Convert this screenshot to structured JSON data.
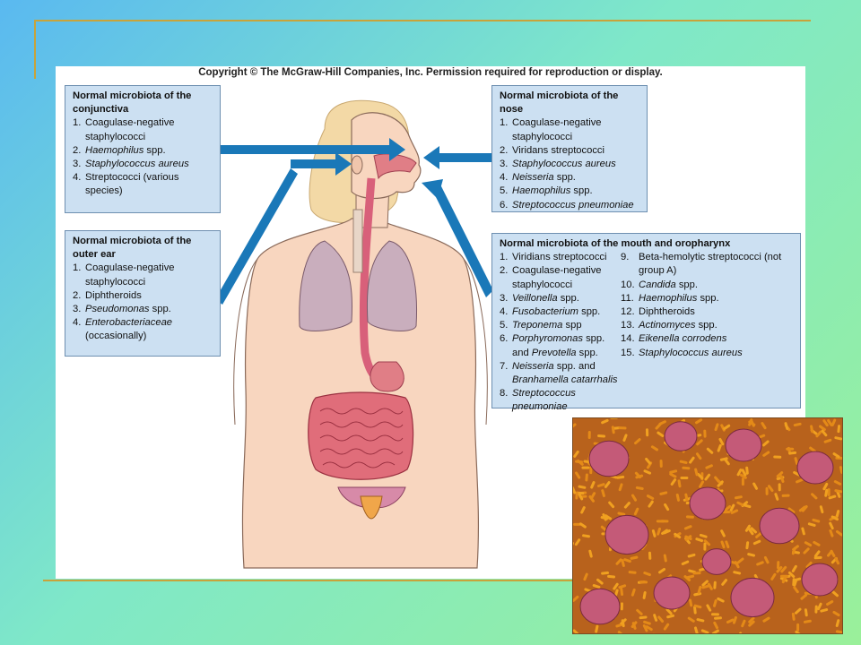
{
  "copyright": "Copyright © The McGraw-Hill Companies, Inc. Permission required for reproduction or display.",
  "conjunctiva": {
    "title": "Normal microbiota of the conjunctiva",
    "items": [
      {
        "n": "1.",
        "text": "Coagulase-negative staphylococci",
        "italic": false
      },
      {
        "n": "2.",
        "text": "Haemophilus",
        "suffix": " spp.",
        "italic": true
      },
      {
        "n": "3.",
        "text": "Staphylococcus aureus",
        "suffix": "",
        "italic": true
      },
      {
        "n": "4.",
        "text": "Streptococci (various species)",
        "italic": false
      }
    ]
  },
  "outer_ear": {
    "title": "Normal microbiota of the outer ear",
    "items": [
      {
        "n": "1.",
        "text": "Coagulase-negative staphylococci",
        "italic": false
      },
      {
        "n": "2.",
        "text": "Diphtheroids",
        "italic": false
      },
      {
        "n": "3.",
        "text": "Pseudomonas",
        "suffix": " spp.",
        "italic": true
      },
      {
        "n": "4.",
        "text": "Enterobacteriaceae",
        "suffix": "",
        "italic": true,
        "extra": "(occasionally)"
      }
    ]
  },
  "nose": {
    "title": "Normal microbiota of the nose",
    "items": [
      {
        "n": "1.",
        "text": "Coagulase-negative staphylococci",
        "italic": false
      },
      {
        "n": "2.",
        "text": "Viridans streptococci",
        "italic": false
      },
      {
        "n": "3.",
        "text": "Staphylococcus aureus",
        "suffix": "",
        "italic": true
      },
      {
        "n": "4.",
        "text": "Neisseria",
        "suffix": " spp.",
        "italic": true
      },
      {
        "n": "5.",
        "text": "Haemophilus",
        "suffix": " spp.",
        "italic": true
      },
      {
        "n": "6.",
        "text": "Streptococcus pneumoniae",
        "suffix": "",
        "italic": true
      }
    ]
  },
  "mouth": {
    "title": "Normal microbiota of the mouth and oropharynx",
    "col1": [
      {
        "n": "1.",
        "text": "Viridians streptococci",
        "italic": false
      },
      {
        "n": "2.",
        "text": "Coagulase-negative staphylococci",
        "italic": false
      },
      {
        "n": "3.",
        "text": "Veillonella",
        "suffix": " spp.",
        "italic": true
      },
      {
        "n": "4.",
        "text": "Fusobacterium",
        "suffix": " spp.",
        "italic": true
      },
      {
        "n": "5.",
        "text": "Treponema",
        "suffix": " spp",
        "italic": true
      },
      {
        "n": "6.",
        "text": "Porphyromonas",
        "suffix": " spp.",
        "italic": true,
        "extra_pre": "and ",
        "extra": "Prevotella",
        "extra_suf": " spp."
      },
      {
        "n": "7.",
        "text": "Neisseria",
        "suffix": " spp. and",
        "italic": true,
        "extra": "Branhamella catarrhalis",
        "extra_italic": true
      },
      {
        "n": "8.",
        "text": "Streptococcus pneumoniae",
        "suffix": "",
        "italic": true
      }
    ],
    "col2": [
      {
        "n": "9.",
        "text": "Beta-hemolytic streptococci (not group A)",
        "italic": false
      },
      {
        "n": "10.",
        "text": "Candida",
        "suffix": " spp.",
        "italic": true
      },
      {
        "n": "11.",
        "text": "Haemophilus",
        "suffix": " spp.",
        "italic": true
      },
      {
        "n": "12.",
        "text": "Diphtheroids",
        "italic": false
      },
      {
        "n": "13.",
        "text": "Actinomyces",
        "suffix": " spp.",
        "italic": true
      },
      {
        "n": "14.",
        "text": "Eikenella corrodens",
        "suffix": "",
        "italic": true
      },
      {
        "n": "15.",
        "text": "Staphylococcus aureus",
        "suffix": "",
        "italic": true
      }
    ]
  },
  "colors": {
    "callout_bg": "#cce0f2",
    "arrow": "#1a78b8",
    "skin": "#f8d6bf",
    "lung": "#c9aebd",
    "intestine": "#e06d7a",
    "hair": "#f3d9a6"
  }
}
